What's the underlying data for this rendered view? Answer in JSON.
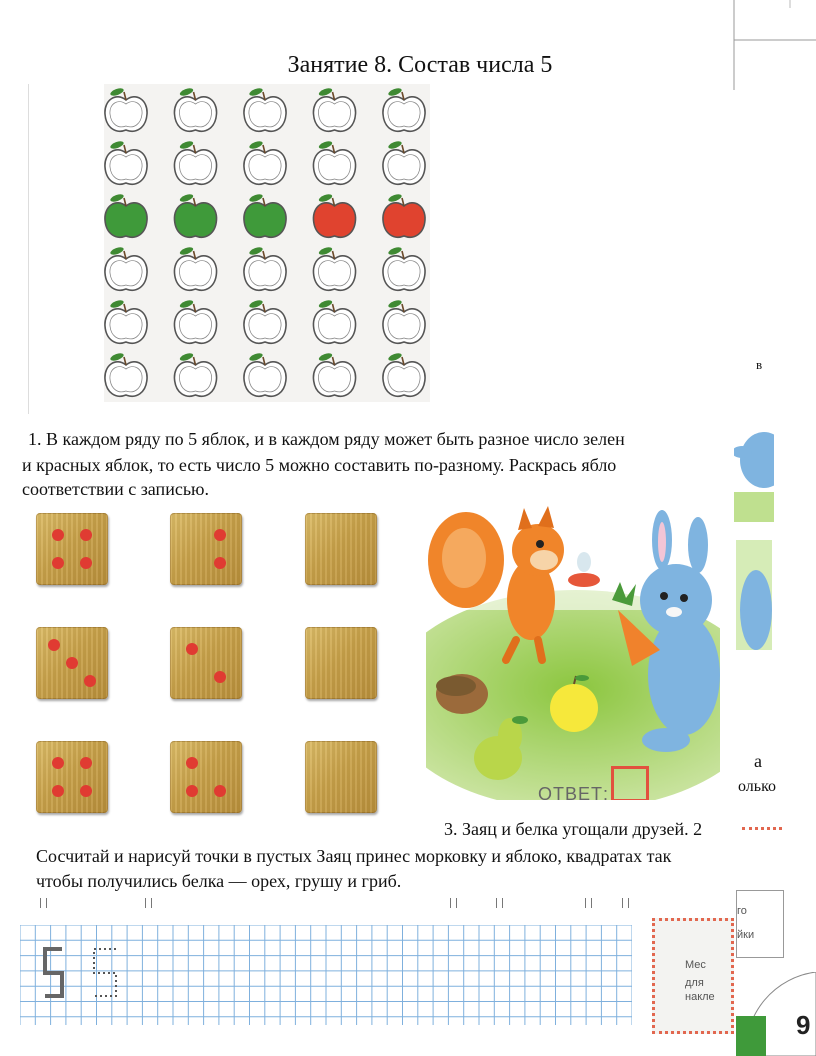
{
  "page": {
    "title": "Занятие 8. Состав числа 5",
    "page_number": "9"
  },
  "task1": {
    "line1": "1. В каждом ряду по 5 яблок, и в каждом ряду может быть разное число зелен",
    "line2": "и красных яблок, то есть число 5 можно составить по-разному. Раскрась ябло",
    "line3": "соответствии с записью.",
    "apple_rows": [
      [
        "outline",
        "outline",
        "outline",
        "outline",
        "outline"
      ],
      [
        "outline",
        "outline",
        "outline",
        "outline",
        "outline"
      ],
      [
        "green",
        "green",
        "green",
        "red",
        "red"
      ],
      [
        "outline",
        "outline",
        "outline",
        "outline",
        "outline"
      ],
      [
        "outline",
        "outline",
        "outline",
        "outline",
        "outline"
      ],
      [
        "outline",
        "outline",
        "outline",
        "outline",
        "outline"
      ]
    ],
    "colors": {
      "green": "#3f9a3a",
      "red": "#e0432f",
      "outline": "#ffffff",
      "stroke": "#555555",
      "leaf": "#3f8a33"
    }
  },
  "dice": {
    "grid": [
      [
        4,
        2,
        0
      ],
      [
        3,
        2,
        0
      ],
      [
        4,
        3,
        0
      ]
    ],
    "pip_color": "#e03b32"
  },
  "scene": {
    "answer_label": "ОТВЕТ:",
    "answer_box_color": "#e2513e"
  },
  "task3": {
    "text": "3. Заяц и белка угощали друзей. 2"
  },
  "task2": {
    "line1": "Сосчитай и нарисуй точки в пустых Заяц принес морковку и яблоко, квадратах так",
    "line2": "чтобы получились белка — орех, грушу и гриб."
  },
  "fragments": {
    "v": "в",
    "a": "а",
    "olko": "олько",
    "sticker_1": "Мес",
    "sticker_2": "для",
    "sticker_3": "накле",
    "right_1": "го",
    "right_2": "йки"
  },
  "copybook": {
    "digit": "5"
  }
}
